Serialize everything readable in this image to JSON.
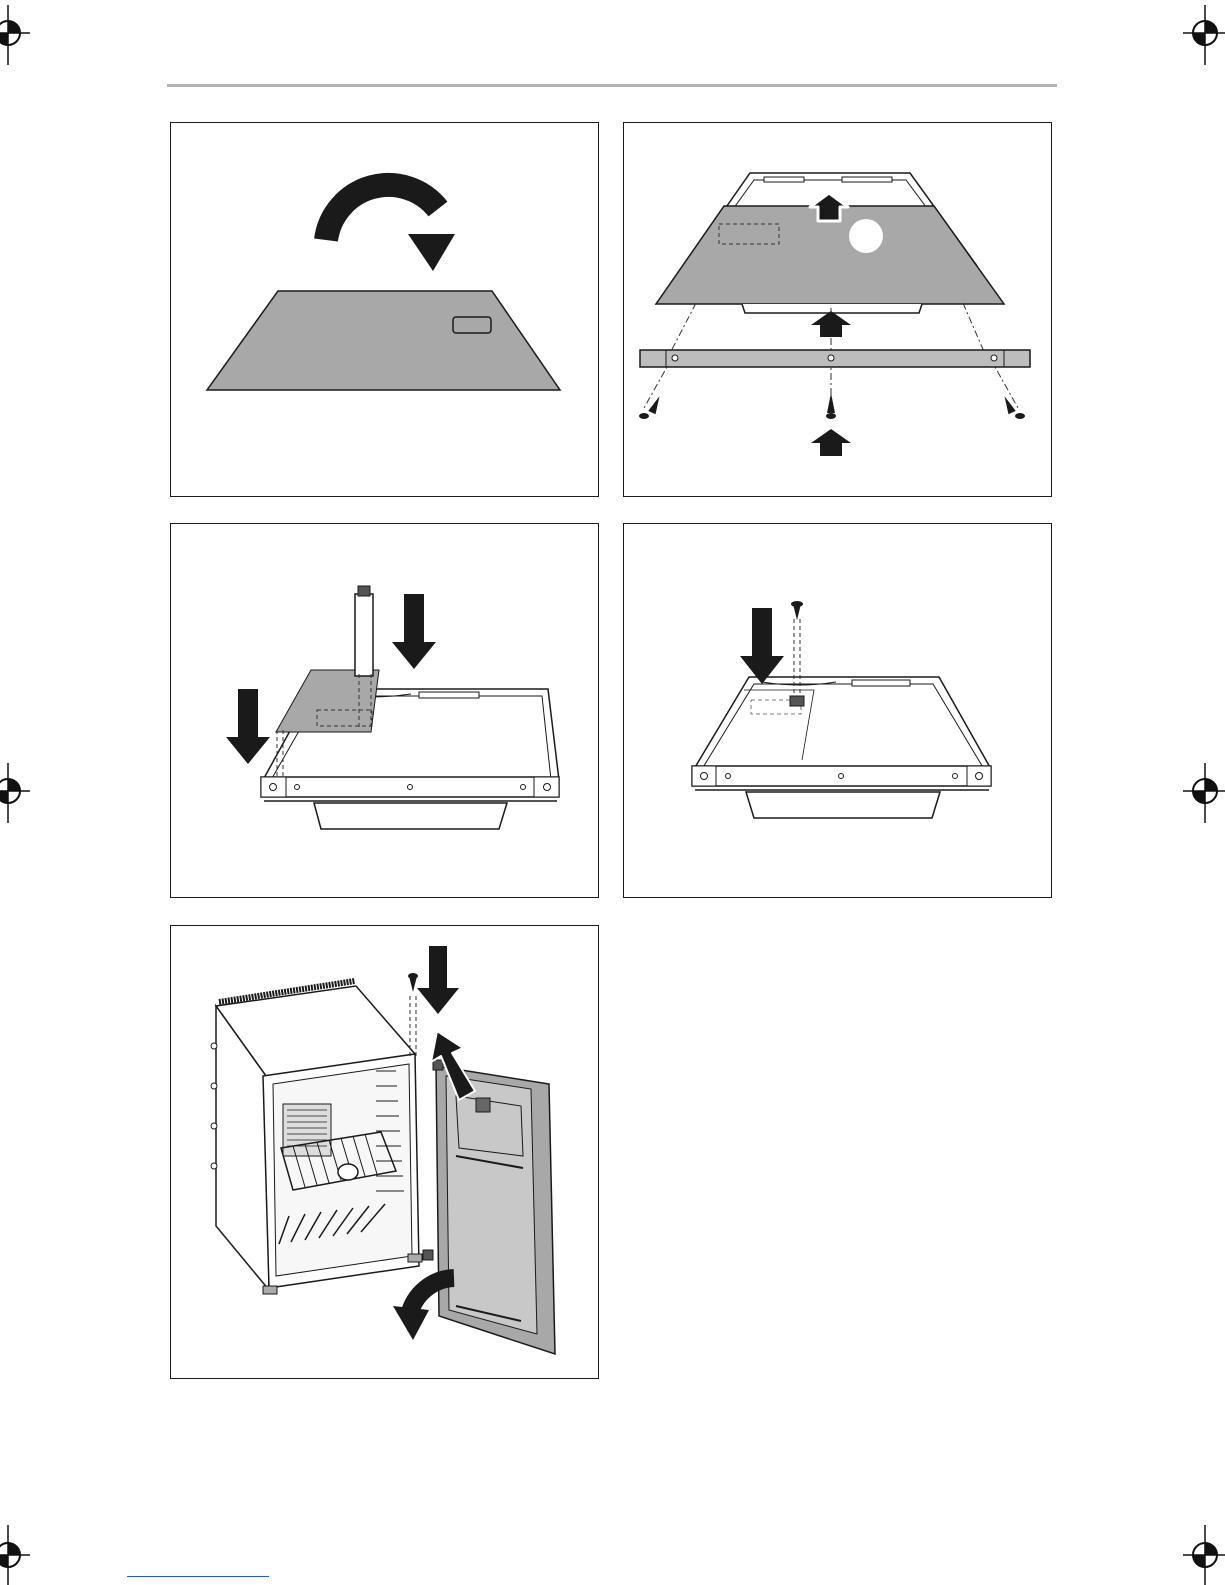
{
  "document": {
    "type": "installation-illustrations",
    "figures": [
      {
        "id": "fig-1",
        "content": "flip-panel-illustration"
      },
      {
        "id": "fig-2",
        "content": "mount-bottom-rail-illustration"
      },
      {
        "id": "fig-3",
        "content": "insert-panel-illustration"
      },
      {
        "id": "fig-4",
        "content": "screw-clamp-illustration"
      },
      {
        "id": "fig-5",
        "content": "hang-door-illustration"
      }
    ]
  },
  "icons": {
    "registration_mark": "crosshair-icon",
    "arrow": "arrow-icon",
    "screw": "screw-icon"
  },
  "colors": {
    "panel_fill": "#a8a8a8",
    "outline": "#1a1a1a",
    "arrow": "#1a1a1a",
    "rule": "#b3b3b3"
  }
}
